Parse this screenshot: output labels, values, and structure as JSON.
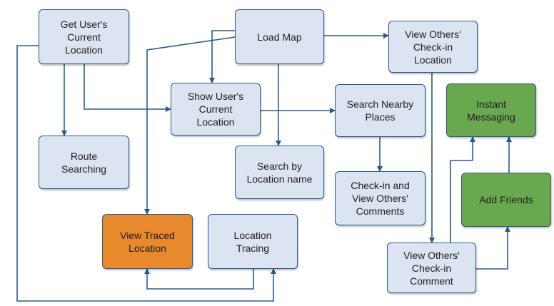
{
  "nodes": {
    "get_location": "Get User's\nCurrent\nLocation",
    "load_map": "Load Map",
    "view_others_checkin_location": "View Others'\nCheck-in\nLocation",
    "show_location": "Show User's\nCurrent\nLocation",
    "search_nearby": "Search Nearby\nPlaces",
    "instant_messaging": "Instant\nMessaging",
    "route_searching": "Route\nSearching",
    "search_by_name": "Search by\nLocation name",
    "checkin_comments": "Check-in and\nView Others'\nComments",
    "add_friends": "Add Friends",
    "view_traced": "View Traced\nLocation",
    "location_tracing": "Location\nTracing",
    "view_others_checkin_comment": "View Others'\nCheck-in\nComment"
  },
  "colors": {
    "default_fill": "#dbe4f0",
    "border": "#2b5a8a",
    "arrow": "#2b5a8a",
    "highlight_orange": "#e8892e",
    "highlight_green": "#6aa84f"
  }
}
